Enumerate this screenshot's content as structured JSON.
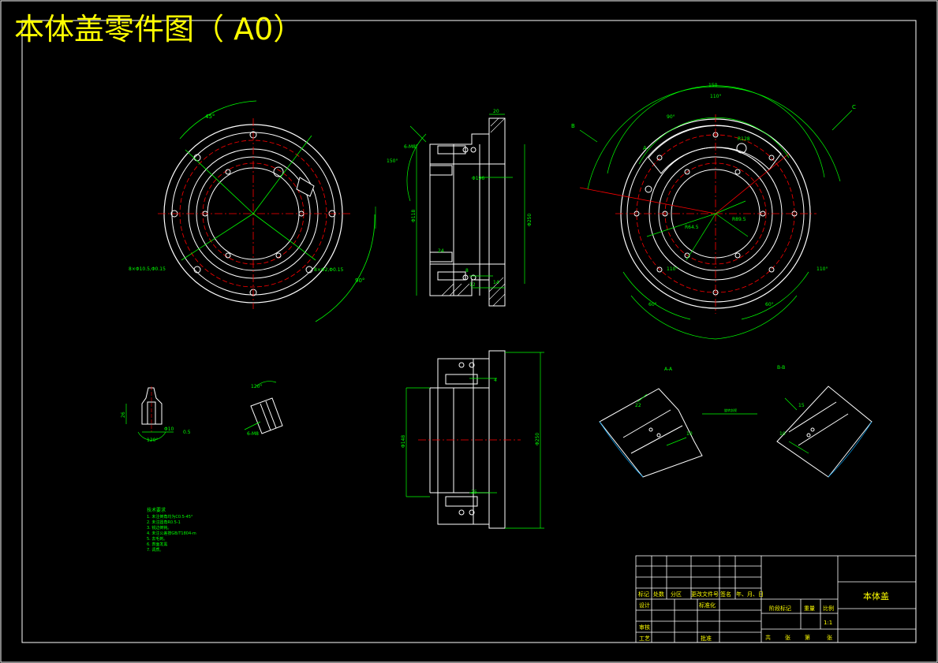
{
  "drawing": {
    "title": "本体盖零件图（ A0）",
    "colors": {
      "frame": "#ffffff",
      "geometry": "#ffffff",
      "center_line": "#ff0000",
      "dimension": "#00ff00",
      "title": "#ffff00"
    }
  },
  "front_view": {
    "angle_top": "45°",
    "angle_right": "90°",
    "hole_note_left": "8×Φ10.5,Φ0.15",
    "hole_note_right": "8×Φ2,Φ0.15"
  },
  "side_view": {
    "dim_top": "20",
    "angle": "150°",
    "thread": "6-M8",
    "dia_1": "Φ118",
    "dia_2": "Φ250",
    "dia_3": "Φ196",
    "dim_a": "8",
    "dim_b": "12",
    "dim_c": "14",
    "dim_d": "24"
  },
  "right_view": {
    "dim_top": "150",
    "angle_top": "110°",
    "angle_inner": "90°",
    "angle_left": "110°",
    "angle_right": "110°",
    "angle_bl": "60°",
    "angle_br": "60°",
    "label_b": "B",
    "label_c": "C",
    "label_a": "A",
    "r1": "R128",
    "r2": "R89.5",
    "r3": "R64.5"
  },
  "lower_view": {
    "dim_left": "Φ148",
    "dim_right": "Φ250",
    "dim_a": "4",
    "dim_b": "25"
  },
  "detail": {
    "dim_a": "26",
    "dim_b": "Φ10",
    "dim_c": "0.5",
    "angle": "120°",
    "angle_b": "120°",
    "thread": "6-M8"
  },
  "section": {
    "label_left": "A-A",
    "label_right": "B-B",
    "center_label": "旋转剖视",
    "d1": "22",
    "d2": "10",
    "d3": "15",
    "d4": "10"
  },
  "notes": {
    "heading": "技术要求",
    "items": [
      "1. 未注倒角均为C0.5-45°",
      "2. 未注圆角R0.5-1",
      "3. 锐边倒钝。",
      "4. 未注公差按GB/T1804-m",
      "5. 去毛刺。",
      "6. 表面发黑",
      "7. 调质。"
    ]
  },
  "title_block": {
    "part_name": "本体盖",
    "scale": "1:1",
    "labels": {
      "mark": "标记",
      "count": "处数",
      "zone": "分区",
      "doc_no": "更改文件号",
      "signature": "签名",
      "date": "年、月、日",
      "design": "设计",
      "standardize": "标准化",
      "stage_mark": "阶段标记",
      "weight": "重量",
      "scale_label": "比例",
      "review": "审核",
      "process": "工艺",
      "approve": "批准",
      "sheets": "共",
      "sheet_of": "张",
      "sheet_no": "第",
      "sheet_no2": "张"
    }
  }
}
